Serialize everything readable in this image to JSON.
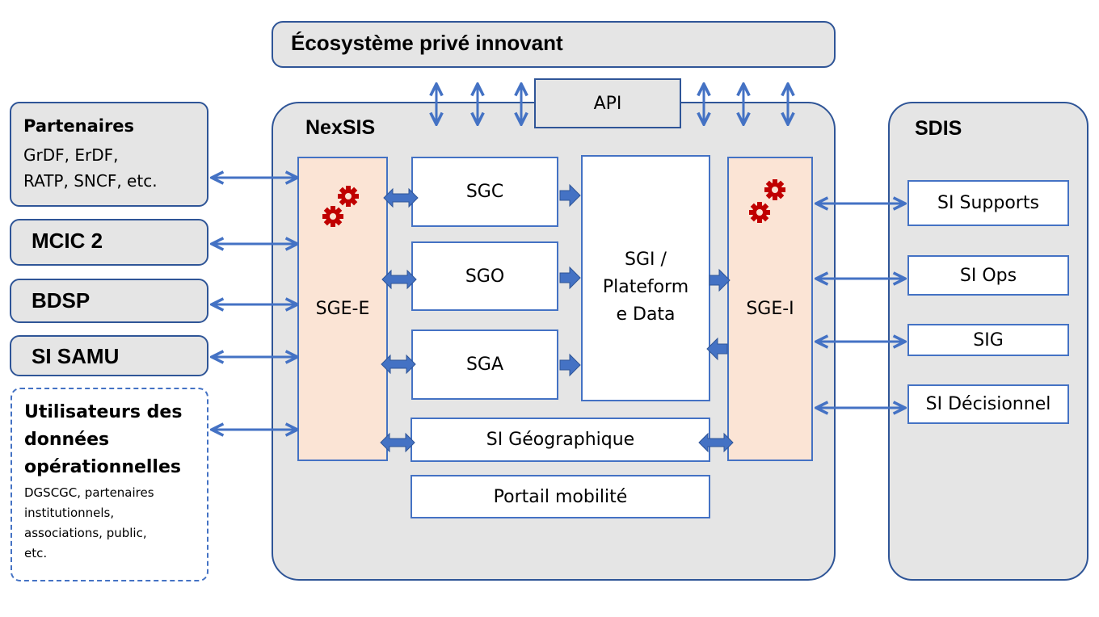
{
  "ecosystem": {
    "title": "Écosystème privé innovant"
  },
  "nexsis": {
    "title": "NexSIS",
    "api": "API",
    "sge_e": "SGE-E",
    "sge_i": "SGE-I",
    "modules": {
      "sgc": "SGC",
      "sgo": "SGO",
      "sga": "SGA"
    },
    "sgi_lines": [
      "SGI /",
      "Plateform",
      "e Data"
    ],
    "si_geo": "SI Géographique",
    "portail": "Portail mobilité"
  },
  "external": {
    "partenaires": {
      "title": "Partenaires",
      "lines": [
        "GrDF, ErDF,",
        "RATP, SNCF, etc."
      ]
    },
    "mcic": "MCIC 2",
    "bdsp": "BDSP",
    "samu": "SI SAMU",
    "users": {
      "title_lines": [
        "Utilisateurs des",
        "données",
        "opérationnelles"
      ],
      "lines": [
        "DGSCGC, partenaires",
        "institutionnels,",
        "associations, public,",
        "etc."
      ]
    }
  },
  "sdis": {
    "title": "SDIS",
    "items": [
      "SI Supports",
      "SI Ops",
      "SIG",
      "SI Décisionnel"
    ]
  },
  "colors": {
    "border": "#4472c4",
    "arrow": "#4472c4",
    "gear": "#c00000",
    "peach": "#fbe4d5",
    "grey": "#e5e5e5"
  }
}
